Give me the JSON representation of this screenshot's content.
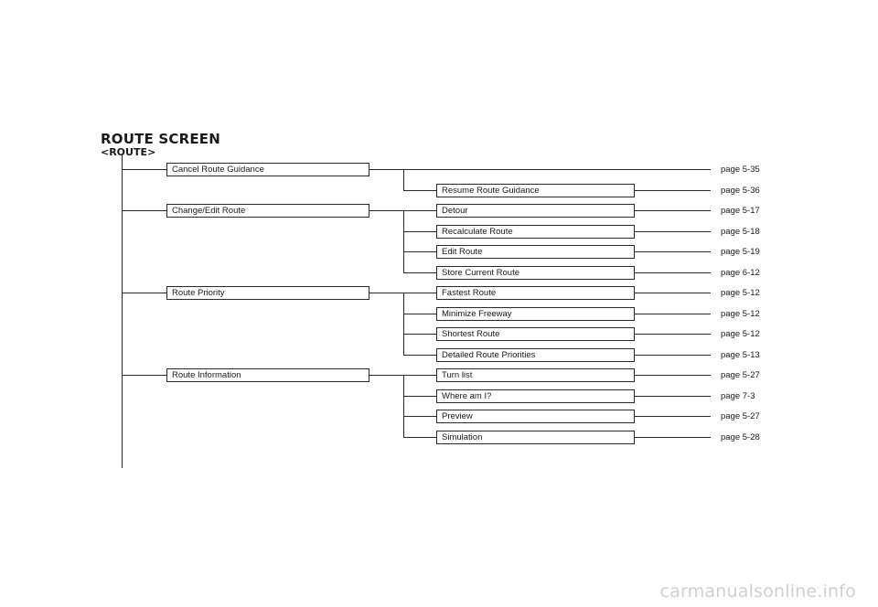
{
  "title": "ROUTE SCREEN",
  "subtitle": "<ROUTE>",
  "menu": [
    {
      "label": "Cancel Route Guidance",
      "page": "page 5-35",
      "children": [
        {
          "label": "Resume Route Guidance",
          "page": "page 5-36"
        }
      ]
    },
    {
      "label": "Change/Edit Route",
      "children": [
        {
          "label": "Detour",
          "page": "page 5-17"
        },
        {
          "label": "Recalculate Route",
          "page": "page 5-18"
        },
        {
          "label": "Edit Route",
          "page": "page 5-19"
        },
        {
          "label": "Store Current Route",
          "page": "page 6-12"
        }
      ]
    },
    {
      "label": "Route Priority",
      "children": [
        {
          "label": "Fastest Route",
          "page": "page 5-12"
        },
        {
          "label": "Minimize Freeway",
          "page": "page 5-12"
        },
        {
          "label": "Shortest Route",
          "page": "page 5-12"
        },
        {
          "label": "Detailed Route Priorities",
          "page": "page 5-13"
        }
      ]
    },
    {
      "label": "Route Information",
      "children": [
        {
          "label": "Turn list",
          "page": "page 5-27"
        },
        {
          "label": "Where am I?",
          "page": "page 7-3"
        },
        {
          "label": "Preview",
          "page": "page 5-27"
        },
        {
          "label": "Simulation",
          "page": "page 5-28"
        }
      ]
    }
  ],
  "watermark": "carmanualsonline.info"
}
